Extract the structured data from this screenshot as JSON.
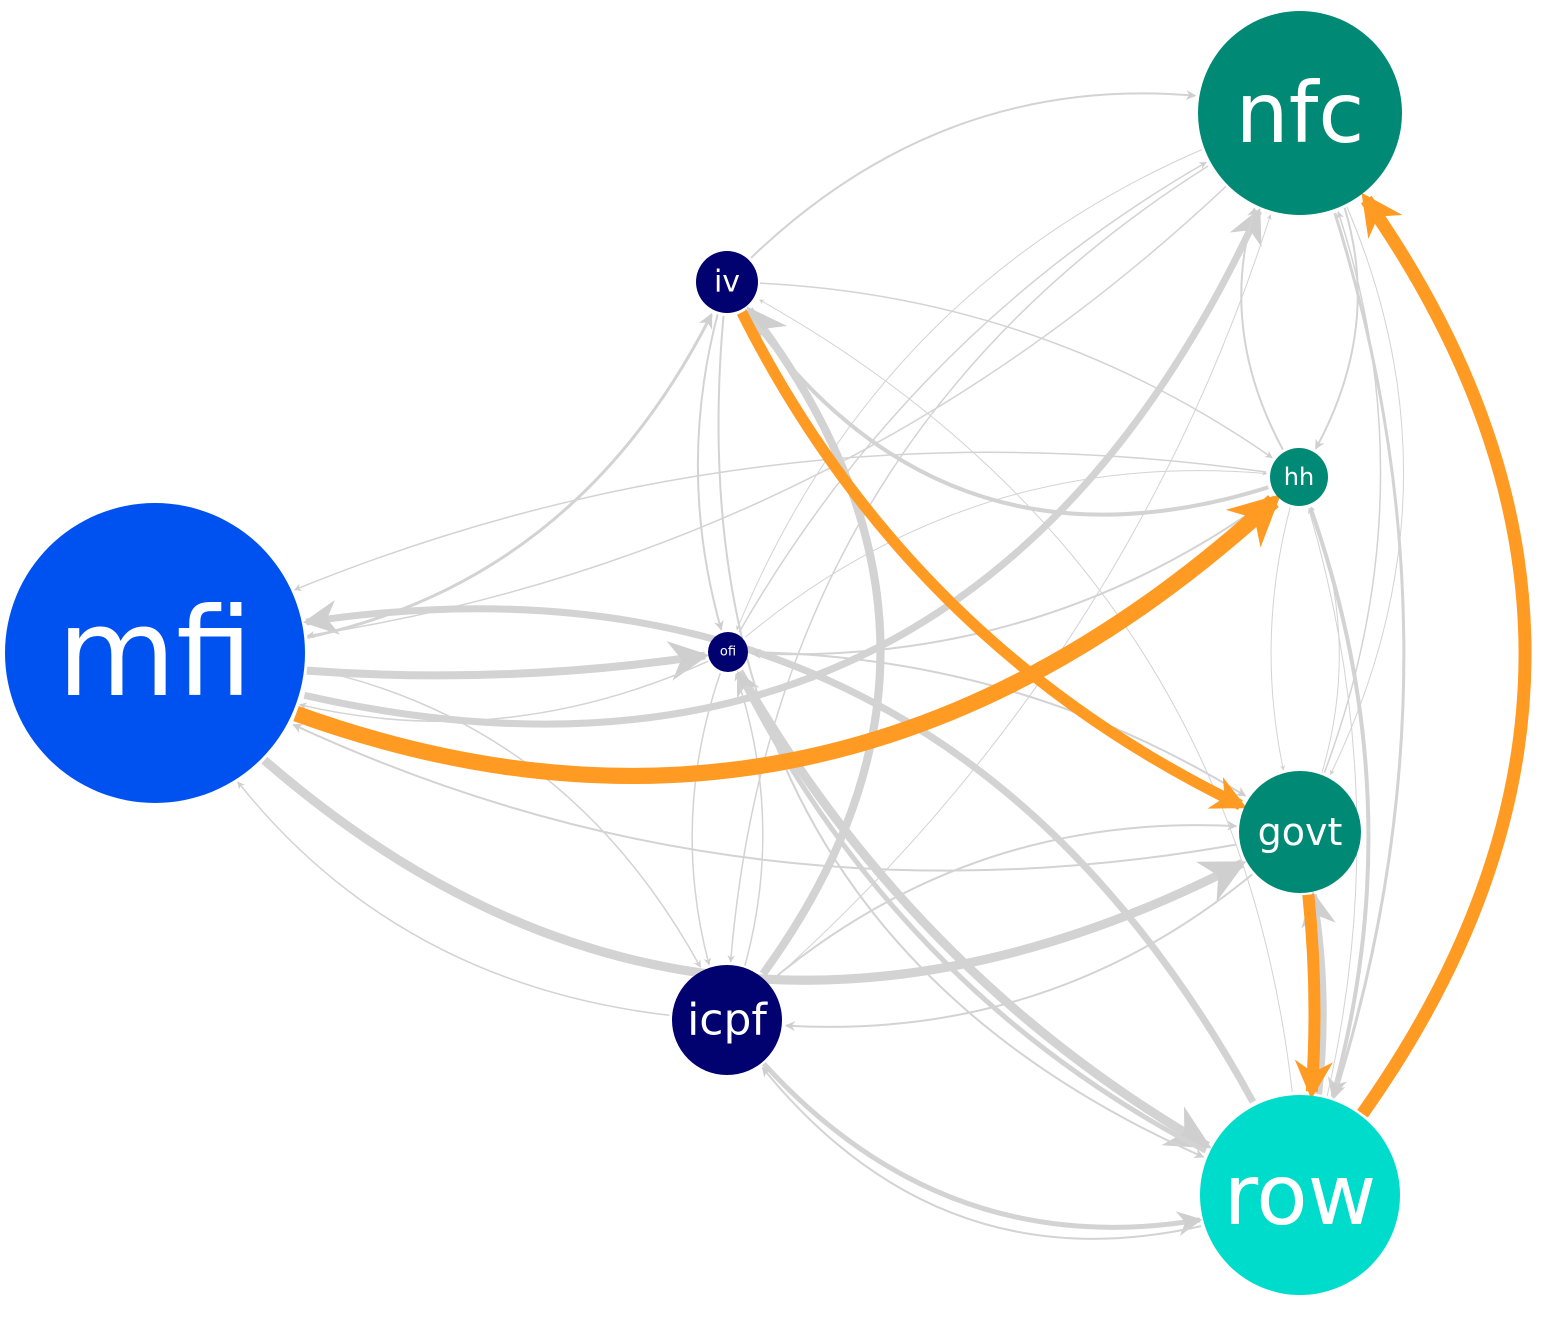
{
  "colors": {
    "background": "#ffffff",
    "edge_default": "#d3d3d3",
    "edge_highlight": "#ff9a22"
  },
  "nodes": [
    {
      "id": "mfi",
      "label": "mfi",
      "color": "#0052f0"
    },
    {
      "id": "nfc",
      "label": "nfc",
      "color": "#008a76"
    },
    {
      "id": "iv",
      "label": "iv",
      "color": "#020170"
    },
    {
      "id": "hh",
      "label": "hh",
      "color": "#008a76"
    },
    {
      "id": "ofi",
      "label": "ofi",
      "color": "#020170"
    },
    {
      "id": "govt",
      "label": "govt",
      "color": "#008a76"
    },
    {
      "id": "icpf",
      "label": "icpf",
      "color": "#020170"
    },
    {
      "id": "row",
      "label": "row",
      "color": "#00dccb"
    }
  ],
  "edges": [
    {
      "source": "mfi",
      "target": "hh",
      "highlight": true
    },
    {
      "source": "iv",
      "target": "govt",
      "highlight": true
    },
    {
      "source": "row",
      "target": "nfc",
      "highlight": true
    },
    {
      "source": "govt",
      "target": "row",
      "highlight": true
    },
    {
      "source": "mfi",
      "target": "nfc",
      "highlight": false
    },
    {
      "source": "mfi",
      "target": "govt",
      "highlight": false
    },
    {
      "source": "mfi",
      "target": "ofi",
      "highlight": false
    },
    {
      "source": "mfi",
      "target": "iv",
      "highlight": false
    },
    {
      "source": "row",
      "target": "mfi",
      "highlight": false
    },
    {
      "source": "ofi",
      "target": "row",
      "highlight": false
    },
    {
      "source": "icpf",
      "target": "iv",
      "highlight": false
    },
    {
      "source": "row",
      "target": "govt",
      "highlight": false
    },
    {
      "source": "nfc",
      "target": "row",
      "highlight": false
    },
    {
      "source": "hh",
      "target": "row",
      "highlight": false
    },
    {
      "source": "icpf",
      "target": "row",
      "highlight": false
    },
    {
      "source": "hh",
      "target": "iv",
      "highlight": false
    },
    {
      "source": "row",
      "target": "ofi",
      "highlight": false
    },
    {
      "source": "govt",
      "target": "mfi",
      "highlight": false
    },
    {
      "source": "hh",
      "target": "nfc",
      "highlight": false
    },
    {
      "source": "nfc",
      "target": "hh",
      "highlight": false
    },
    {
      "source": "ofi",
      "target": "mfi",
      "highlight": false
    },
    {
      "source": "icpf",
      "target": "mfi",
      "highlight": false
    },
    {
      "source": "row",
      "target": "icpf",
      "highlight": false
    },
    {
      "source": "govt",
      "target": "icpf",
      "highlight": false
    },
    {
      "source": "icpf",
      "target": "govt",
      "highlight": false
    },
    {
      "source": "ofi",
      "target": "govt",
      "highlight": false
    },
    {
      "source": "hh",
      "target": "ofi",
      "highlight": false
    },
    {
      "source": "iv",
      "target": "nfc",
      "highlight": false
    },
    {
      "source": "hh",
      "target": "mfi",
      "highlight": false
    },
    {
      "source": "nfc",
      "target": "govt",
      "highlight": false
    },
    {
      "source": "ofi",
      "target": "nfc",
      "highlight": false
    },
    {
      "source": "ofi",
      "target": "hh",
      "highlight": false
    },
    {
      "source": "iv",
      "target": "ofi",
      "highlight": false
    },
    {
      "source": "ofi",
      "target": "icpf",
      "highlight": false
    },
    {
      "source": "icpf",
      "target": "ofi",
      "highlight": false
    },
    {
      "source": "nfc",
      "target": "mfi",
      "highlight": false
    },
    {
      "source": "iv",
      "target": "row",
      "highlight": false
    },
    {
      "source": "hh",
      "target": "govt",
      "highlight": false
    },
    {
      "source": "govt",
      "target": "nfc",
      "highlight": false
    },
    {
      "source": "row",
      "target": "iv",
      "highlight": false
    },
    {
      "source": "iv",
      "target": "hh",
      "highlight": false
    },
    {
      "source": "govt",
      "target": "hh",
      "highlight": false
    },
    {
      "source": "row",
      "target": "hh",
      "highlight": false
    },
    {
      "source": "nfc",
      "target": "icpf",
      "highlight": false
    },
    {
      "source": "icpf",
      "target": "nfc",
      "highlight": false
    },
    {
      "source": "mfi",
      "target": "icpf",
      "highlight": false
    },
    {
      "source": "nfc",
      "target": "ofi",
      "highlight": false
    }
  ]
}
